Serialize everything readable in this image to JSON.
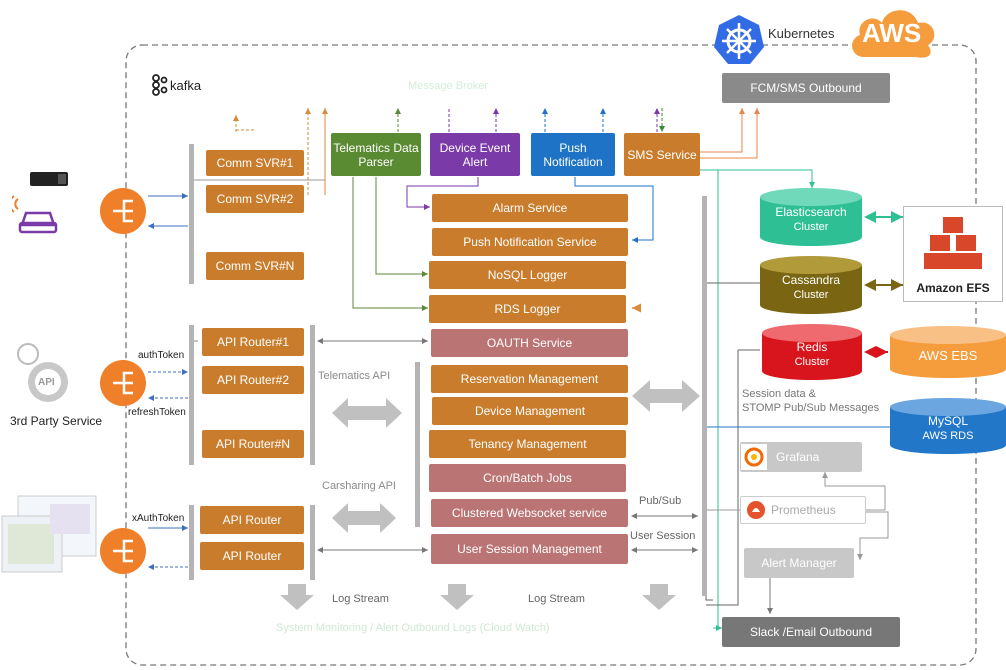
{
  "platform": {
    "kubernetes_label": "Kubernetes",
    "aws_label": "AWS",
    "kafka_label": "kafka"
  },
  "clients": {
    "third_party_label": "3rd Party Service",
    "api_icon_label": "API"
  },
  "tokens": {
    "auth": "authToken",
    "refresh": "refreshToken",
    "xauth": "xAuthToken"
  },
  "comm_servers": [
    "Comm SVR#1",
    "Comm SVR#2",
    "Comm SVR#N"
  ],
  "api_routers": [
    "API Router#1",
    "API Router#2",
    "API Router#N"
  ],
  "carsharing_routers": [
    "API Router",
    "API Router"
  ],
  "top_services": {
    "telematics_parser": "Telematics Data Parser",
    "device_event_alert": "Device Event Alert",
    "push_notification": "Push Notification",
    "sms_service": "SMS Service"
  },
  "core_services": [
    "Alarm Service",
    "Push Notification Service",
    "NoSQL Logger",
    "RDS Logger",
    "OAUTH Service",
    "Reservation Management",
    "Device Management",
    "Tenancy Management",
    "Cron/Batch Jobs",
    "Clustered Websocket service",
    "User Session Management"
  ],
  "labels": {
    "telematics_api": "Telematics API",
    "carsharing_api": "Carsharing API",
    "log_stream_1": "Log Stream",
    "log_stream_2": "Log Stream",
    "pub_sub": "Pub/Sub",
    "user_session": "User Session",
    "session_data": "Session data &\nSTOMP Pub/Sub Messages",
    "faint_top": "Message Broker",
    "faint_bottom": "System Monitoring / Alert Outbound Logs (Cloud Watch)"
  },
  "outbound": {
    "fcm_sms": "FCM/SMS Outbound",
    "slack_email": "Slack /Email Outbound"
  },
  "data_stores": {
    "elasticsearch": {
      "name": "Elasticsearch",
      "sub": "Cluster"
    },
    "cassandra": {
      "name": "Cassandra",
      "sub": "Cluster"
    },
    "redis": {
      "name": "Redis",
      "sub": "Cluster"
    },
    "aws_ebs": {
      "name": "AWS EBS"
    },
    "mysql": {
      "name": "MySQL",
      "sub": "AWS RDS"
    },
    "amazon_efs": "Amazon EFS"
  },
  "monitoring": {
    "grafana": "Grafana",
    "prometheus": "Prometheus",
    "alert_manager": "Alert Manager"
  },
  "colors": {
    "orange": "#c97d2c",
    "mauve": "#b97473",
    "green": "#5a8a32",
    "purple": "#7a3aa8",
    "blue": "#1e73c6",
    "teal": "#2fbf94",
    "olive": "#7a6612",
    "red": "#d8151c",
    "aws_orange": "#f59c3c",
    "db_blue": "#2277c9"
  }
}
